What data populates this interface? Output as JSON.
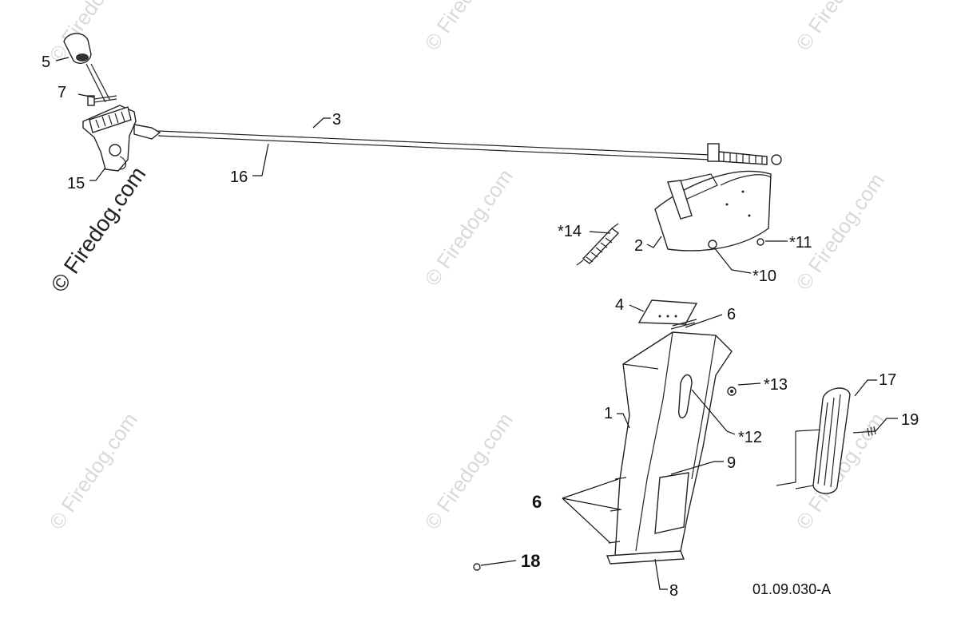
{
  "watermark": {
    "main_text": "© Firedog.com",
    "repeat_text": "© Firedog.com"
  },
  "callouts": {
    "c1": "1",
    "c2": "2",
    "c3": "3",
    "c4": "4",
    "c5": "5",
    "c6a": "6",
    "c6b": "6",
    "c7": "7",
    "c8": "8",
    "c9": "9",
    "c10": "*10",
    "c11": "*11",
    "c12": "*12",
    "c13": "*13",
    "c14": "*14",
    "c15": "15",
    "c16": "16",
    "c17": "17",
    "c18": "18",
    "c19": "19"
  },
  "drawing_code": "01.09.030-A"
}
